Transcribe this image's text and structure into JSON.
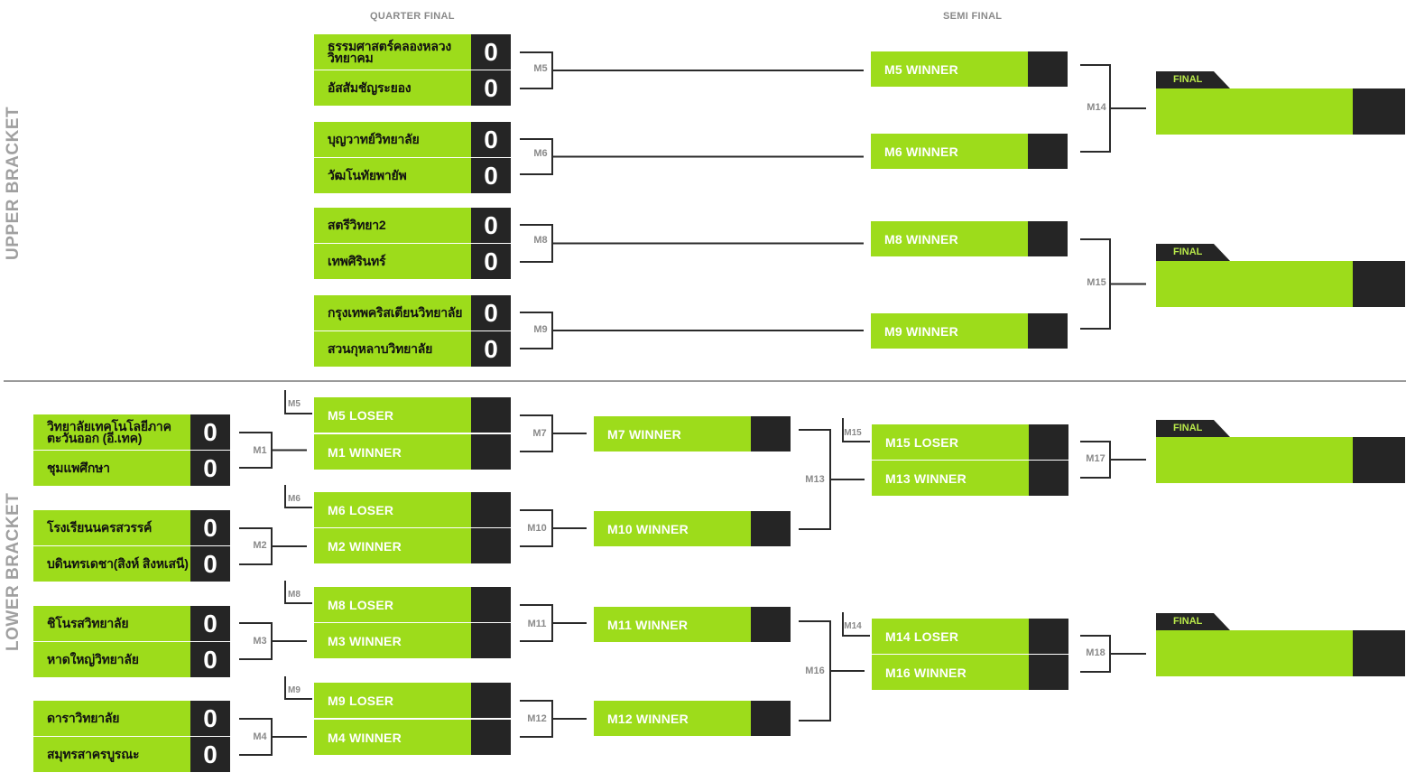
{
  "headings": {
    "quarter_final": "QUARTER FINAL",
    "semi_final": "SEMI FINAL"
  },
  "sides": {
    "upper": "UPPER BRACKET",
    "lower": "LOWER BRACKET"
  },
  "upper_quarter": [
    {
      "match": "M5",
      "teams": [
        {
          "name": "ธรรมศาสตร์คลองหลวงวิทยาคม",
          "score": "0"
        },
        {
          "name": "อัสสัมชัญระยอง",
          "score": "0"
        }
      ]
    },
    {
      "match": "M6",
      "teams": [
        {
          "name": "บุญวาทย์วิทยาลัย",
          "score": "0"
        },
        {
          "name": "วัฒโนทัยพายัพ",
          "score": "0"
        }
      ]
    },
    {
      "match": "M8",
      "teams": [
        {
          "name": "สตรีวิทยา2",
          "score": "0"
        },
        {
          "name": "เทพศิรินทร์",
          "score": "0"
        }
      ]
    },
    {
      "match": "M9",
      "teams": [
        {
          "name": "กรุงเทพคริสเตียนวิทยาลัย",
          "score": "0"
        },
        {
          "name": "สวนกุหลาบวิทยาลัย",
          "score": "0"
        }
      ]
    }
  ],
  "upper_semi": [
    {
      "label": "M5 WINNER"
    },
    {
      "label": "M6 WINNER"
    },
    {
      "label": "M8 WINNER"
    },
    {
      "label": "M9 WINNER"
    }
  ],
  "upper_semi_matches": [
    "M14",
    "M15"
  ],
  "lower_round1": [
    {
      "match": "M1",
      "teams": [
        {
          "name": "วิทยาลัยเทคโนโลยีภาคตะวันออก (อี.เทค)",
          "score": "0"
        },
        {
          "name": "ชุมแพศึกษา",
          "score": "0"
        }
      ]
    },
    {
      "match": "M2",
      "teams": [
        {
          "name": "โรงเรียนนครสวรรค์",
          "score": "0"
        },
        {
          "name": "บดินทรเดชา(สิงห์ สิงหเสนี)",
          "score": "0"
        }
      ]
    },
    {
      "match": "M3",
      "teams": [
        {
          "name": "ชิโนรสวิทยาลัย",
          "score": "0"
        },
        {
          "name": "หาดใหญ่วิทยาลัย",
          "score": "0"
        }
      ]
    },
    {
      "match": "M4",
      "teams": [
        {
          "name": "ดาราวิทยาลัย",
          "score": "0"
        },
        {
          "name": "สมุทรสาครบูรณะ",
          "score": "0"
        }
      ]
    }
  ],
  "lower_round2": [
    {
      "match": "M7",
      "tag": "M5",
      "slots": [
        "M5 LOSER",
        "M1 WINNER"
      ]
    },
    {
      "match": "M10",
      "tag": "M6",
      "slots": [
        "M6 LOSER",
        "M2 WINNER"
      ]
    },
    {
      "match": "M11",
      "tag": "M8",
      "slots": [
        "M8 LOSER",
        "M3 WINNER"
      ]
    },
    {
      "match": "M12",
      "tag": "M9",
      "slots": [
        "M9 LOSER",
        "M4 WINNER"
      ]
    }
  ],
  "lower_round3": [
    {
      "label": "M7 WINNER"
    },
    {
      "label": "M10 WINNER"
    },
    {
      "label": "M11 WINNER"
    },
    {
      "label": "M12 WINNER"
    }
  ],
  "lower_round3_matches": [
    "M13",
    "M16"
  ],
  "lower_round4": [
    {
      "match": "M17",
      "tag": "M15",
      "slots": [
        "M15 LOSER",
        "M13 WINNER"
      ]
    },
    {
      "match": "M18",
      "tag": "M14",
      "slots": [
        "M14 LOSER",
        "M16 WINNER"
      ]
    }
  ],
  "finals": [
    {
      "tag": "FINAL"
    },
    {
      "tag": "FINAL"
    },
    {
      "tag": "FINAL"
    },
    {
      "tag": "FINAL"
    }
  ],
  "colors": {
    "green": "#9ddc1b",
    "dark": "#252525",
    "line": "#2a2a2a",
    "final_text": "#b8e84a"
  }
}
